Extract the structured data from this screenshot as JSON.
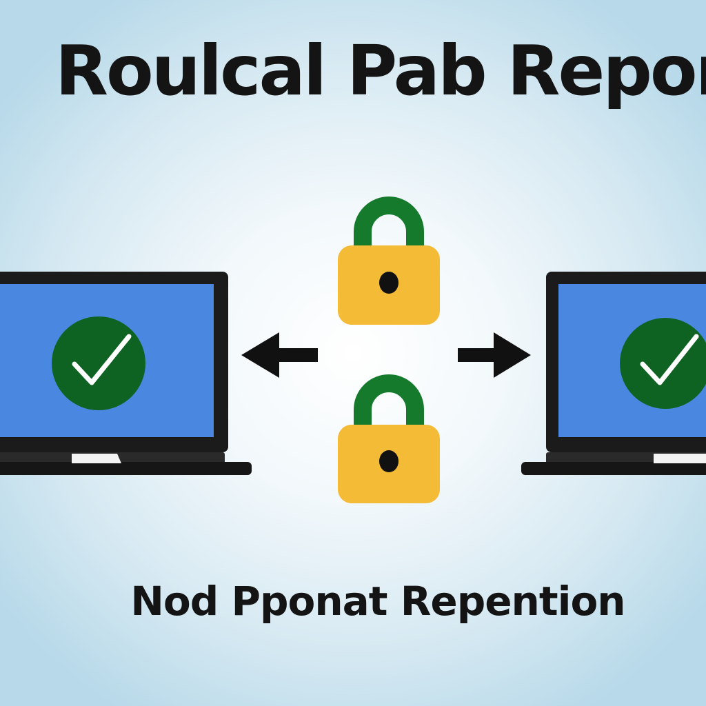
{
  "header": {
    "title": "Roulcal Pab Repont"
  },
  "footer": {
    "caption": "Nod Pponat Repention"
  },
  "diagram": {
    "nodes": [
      {
        "name": "left-laptop",
        "icon": "laptop-icon",
        "status_icon": "checkmark-icon"
      },
      {
        "name": "right-laptop",
        "icon": "laptop-icon",
        "status_icon": "checkmark-icon"
      },
      {
        "name": "top-padlock",
        "icon": "padlock-icon"
      },
      {
        "name": "bottom-padlock",
        "icon": "padlock-icon"
      }
    ],
    "edges": [
      {
        "name": "arrow-to-left-laptop",
        "direction": "left"
      },
      {
        "name": "arrow-to-right-laptop",
        "direction": "right"
      }
    ]
  },
  "colors": {
    "screen": "#4a87e0",
    "laptop_frame": "#1b1b1b",
    "check_circle": "#0e6322",
    "padlock_body": "#f4bb37",
    "padlock_shackle": "#157a2c",
    "arrow": "#111111"
  }
}
